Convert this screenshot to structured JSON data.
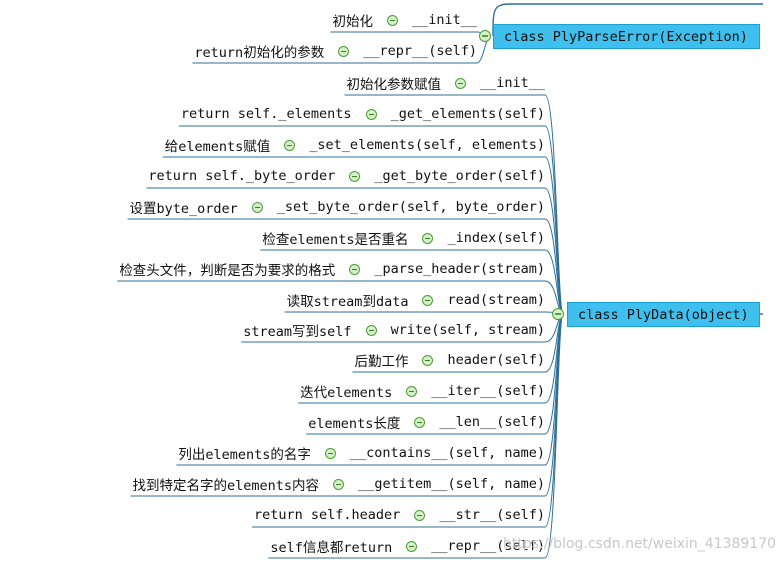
{
  "classes": {
    "error": {
      "label": "class PlyParseError(Exception)"
    },
    "plydata": {
      "label": "class PlyData(object)"
    }
  },
  "error_methods": [
    {
      "desc": "初始化",
      "method": "__init__"
    },
    {
      "desc": "return初始化的参数",
      "method": "__repr__(self)"
    }
  ],
  "plydata_methods": [
    {
      "desc": "初始化参数赋值",
      "method": "__init__"
    },
    {
      "desc": "return self._elements",
      "method": "_get_elements(self)"
    },
    {
      "desc": "给elements赋值",
      "method": "_set_elements(self, elements)"
    },
    {
      "desc": "return self._byte_order",
      "method": "_get_byte_order(self)"
    },
    {
      "desc": "设置byte_order",
      "method": "_set_byte_order(self, byte_order)"
    },
    {
      "desc": "检查elements是否重名",
      "method": "_index(self)"
    },
    {
      "desc": "检查头文件，判断是否为要求的格式",
      "method": "_parse_header(stream)"
    },
    {
      "desc": "读取stream到data",
      "method": "read(stream)"
    },
    {
      "desc": "stream写到self",
      "method": "write(self, stream)"
    },
    {
      "desc": "后勤工作",
      "method": "header(self)"
    },
    {
      "desc": "迭代elements",
      "method": "__iter__(self)"
    },
    {
      "desc": "elements长度",
      "method": "__len__(self)"
    },
    {
      "desc": "列出elements的名字",
      "method": "__contains__(self, name)"
    },
    {
      "desc": "找到特定名字的elements内容",
      "method": "__getitem__(self, name)"
    },
    {
      "desc": "return self.header",
      "method": "__str__(self)"
    },
    {
      "desc": "self信息都return",
      "method": "__repr__(self)"
    }
  ],
  "watermark": "https://blog.csdn.net/weixin_41389170",
  "colors": {
    "class_fill": "#3fbfee",
    "connector": "#2c6f9a",
    "collapse_fill": "#d4f0c4"
  }
}
